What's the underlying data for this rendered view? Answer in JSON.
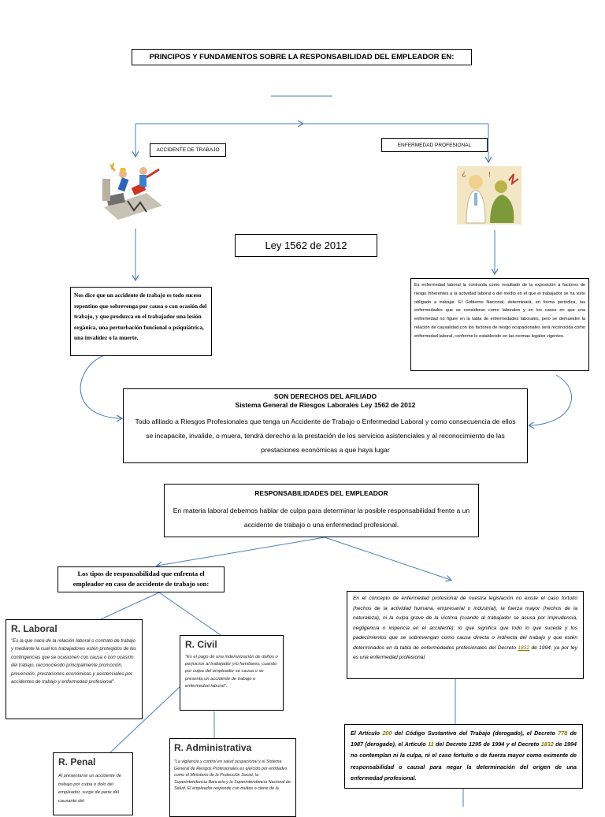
{
  "title": "PRINCIPOS Y FUNDAMENTOS SOBRE LA RESPONSABILIDAD DEL EMPLEADOR EN:",
  "accidente_label": "ACCIDENTE DE TRABAJO",
  "enfermedad_label": "ENFERMEDAD PROFESIONAL",
  "ley": "Ley 1562 de 2012",
  "accidente_def": "Nos dice que un accidente de trabajo es  todo suceso repentino que sobrevenga por causa o con ocasión del trabajo, y que produzca en el trabajador una lesión orgánica, una perturbación funcional o psiquiátrica, una invalidez o la muerte.",
  "enfermedad_def": "Es enfermedad laboral la contraída como resultado de la exposición a factores de riesgo inherentes a la actividad laboral o del medio en el que el trabajador se ha visto obligado a trabajar. El Gobierno Nacional, determinará, en forma periódica, las enfermedades que se consideran como laborales y en los casos en que una enfermedad no figure en la tabla de enfermedades laborales, pero se demuestre la relación de causalidad con los factores de riesgo ocupacionales será reconocida como enfermedad laboral, conforme lo establecido en las normas legales vigentes.",
  "derechos": {
    "heading": "SON DERECHOS DEL AFILIADO",
    "subheading": "Sistema General de Riesgos Laborales Ley 1562 de 2012",
    "body": "Todo afiliado a Riesgos Profesionales que tenga un Accidente de Trabajo o Enfermedad Laboral y como consecuencia de ellos se incapacite, invalide, o muera, tendrá derecho a la prestación de los servicios asistenciales y al reconocimiento de las prestaciones económicas a que haya lugar"
  },
  "responsabilidades": {
    "heading": "RESPONSABILIDADES DEL EMPLEADOR",
    "body": "En materia laboral debemos hablar de culpa para determinar la posible responsabilidad frente a un accidente de trabajo o una enfermedad profesional."
  },
  "tipos": "Los tipos de responsabilidad que enfrenta el empleador en caso de accidente de trabajo son:",
  "laboral": {
    "heading": "R.  Laboral",
    "body": "\"Es la que nace de la relación laboral o contrato de trabajo y mediante la cual los trabajadores estén protegidos de las contingencias que se ocasionen con causa o con ocasión del trabajo, reconociendo principalmente promoción, prevención, prestaciones económicas y asistenciales por accidentes de trabajo y enfermedad profesional\"."
  },
  "civil": {
    "heading": "R.  Civil",
    "body": "\"Es el pago de una indemnización de daños o perjuicios al trabajador y/o familiares, cuando por culpa del empleador se causa o se presenta un accidente de trabajo o enfermedad laboral\"."
  },
  "penal": {
    "heading": "R. Penal",
    "body": "Al presentarse un accidente de trabajo por culpa o dolo del empleador, surge de parte del causante del"
  },
  "administrativa": {
    "heading": "R. Administrativa",
    "body": "\"La vigilancia y control en salud ocupacional y el Sistema General de Riesgos Profesionales es ejercido por entidades como el Ministerio de la Protección Social, la Superintendencia Bancaria y la Superintendencia  Nacional de Salud. El empleador responde con multas o cierre de la"
  },
  "concepto": {
    "part1": "En el concepto de enfermedad profesional de nuestra legislación no existe el caso fortuito (hechos de la actividad humana, empresarial o industrial), la fuerza mayor (hechos de la naturaleza), ni la culpa grave de la víctima (cuando al trabajador se acusa por imprudencia, negligencia o impericia en el accidente); lo que significa que todo lo que suceda y los padecimientos que se sobrevengan como causa directa o indirecta del trabajo y que estén determinados en la tabla de enfermedades profesionales del Decreto ",
    "decreto": "1832",
    "part2": " de 1994, ya por ley es una enfermedad profesional."
  },
  "articulo": {
    "t1": "El Artículo ",
    "n1": "200",
    "t2": " del Código Sustantivo del Trabajo (derogado), el Decreto ",
    "n2": "778",
    "t3": " de 1987 (derogado), el Artículo ",
    "n3": "11",
    "t4": " del Decreto 1295 de 1994 y el Decreto ",
    "n4": "1832",
    "t5": " de 1994 no contemplan ni la culpa, ni el caso fortuito o de fuerza mayor como eximente de responsabilidad o causal para negar la determinación del origen de una enfermedad profesional."
  },
  "colors": {
    "arrow": "#4a7ebb",
    "border": "#000000",
    "highlight": "#8a6d00"
  },
  "icons": [
    "accident-illustration",
    "illness-illustration"
  ]
}
